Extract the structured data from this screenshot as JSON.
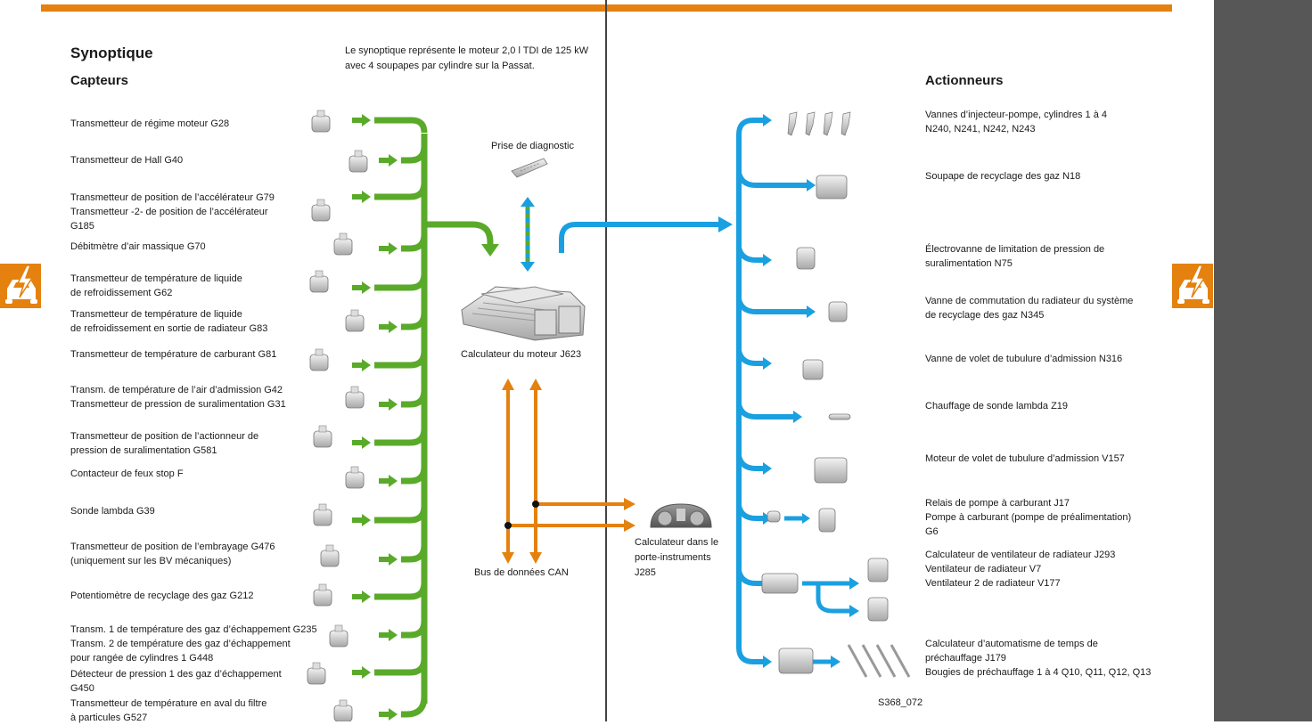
{
  "page": {
    "title": "Synoptique",
    "intro": "Le synoptique représente le moteur 2,0 l TDI de 125 kW avec 4 soupapes par cylindre sur la Passat.",
    "figure_ref": "S368_072",
    "colors": {
      "accent_orange": "#e4810f",
      "sensor_green": "#5aaa2a",
      "actuator_blue": "#1aa0e0",
      "side_panel": "#575757"
    }
  },
  "sensors": {
    "heading": "Capteurs",
    "items": [
      {
        "lines": [
          "Transmetteur de régime moteur G28"
        ]
      },
      {
        "lines": [
          "Transmetteur de Hall G40"
        ]
      },
      {
        "lines": [
          "Transmetteur de position de l’accélérateur G79",
          "Transmetteur -2- de position de l’accélérateur",
          "G185"
        ]
      },
      {
        "lines": [
          "Débitmètre d’air massique G70"
        ]
      },
      {
        "lines": [
          "Transmetteur de température de liquide",
          "de refroidissement G62"
        ]
      },
      {
        "lines": [
          "Transmetteur de température de liquide",
          "de refroidissement en sortie de radiateur G83"
        ]
      },
      {
        "lines": [
          "Transmetteur de température de carburant G81"
        ]
      },
      {
        "lines": [
          "Transm. de température de l’air d’admission G42",
          "Transmetteur de pression de suralimentation G31"
        ]
      },
      {
        "lines": [
          "Transmetteur de position de l’actionneur de",
          "pression de suralimentation G581"
        ]
      },
      {
        "lines": [
          "Contacteur de feux stop F"
        ]
      },
      {
        "lines": [
          "Sonde lambda G39"
        ]
      },
      {
        "lines": [
          "Transmetteur de position de l’embrayage G476",
          "(uniquement sur les BV mécaniques)"
        ]
      },
      {
        "lines": [
          "Potentiomètre de recyclage des gaz G212"
        ]
      },
      {
        "lines": [
          "Transm. 1 de température des gaz d’échappement G235",
          "Transm. 2 de température des gaz d’échappement",
          "pour rangée de cylindres 1 G448"
        ]
      },
      {
        "lines": [
          "Détecteur de pression 1 des gaz d’échappement",
          "G450"
        ]
      },
      {
        "lines": [
          "Transmetteur de température en aval du filtre",
          "à particules G527"
        ]
      }
    ]
  },
  "center": {
    "diagnostic_label": "Prise de diagnostic",
    "ecu_label": "Calculateur du moteur J623",
    "can_label": "Bus de données CAN",
    "cluster_label": [
      "Calculateur dans le",
      "porte-instruments",
      "J285"
    ]
  },
  "actuators": {
    "heading": "Actionneurs",
    "items": [
      {
        "lines": [
          "Vannes d’injecteur-pompe, cylindres 1 à 4",
          "N240, N241, N242, N243"
        ]
      },
      {
        "lines": [
          "Soupape de recyclage des gaz N18"
        ]
      },
      {
        "lines": [
          "Électrovanne de limitation de pression de",
          "suralimentation N75"
        ]
      },
      {
        "lines": [
          "Vanne de commutation du radiateur du système",
          "de recyclage des gaz N345"
        ]
      },
      {
        "lines": [
          "Vanne de volet de tubulure d’admission N316"
        ]
      },
      {
        "lines": [
          "Chauffage de sonde lambda Z19"
        ]
      },
      {
        "lines": [
          "Moteur de volet de tubulure d’admission V157"
        ]
      },
      {
        "lines": [
          "Relais de pompe à carburant J17",
          "Pompe à carburant (pompe de préalimentation)",
          "G6"
        ]
      },
      {
        "lines": [
          "Calculateur de ventilateur de radiateur J293",
          "Ventilateur de radiateur V7",
          "Ventilateur 2 de radiateur V177"
        ]
      },
      {
        "lines": [
          "Calculateur d’automatisme de temps de",
          "préchauffage J179",
          "Bougies de préchauffage 1 à 4 Q10, Q11, Q12, Q13"
        ]
      }
    ]
  }
}
